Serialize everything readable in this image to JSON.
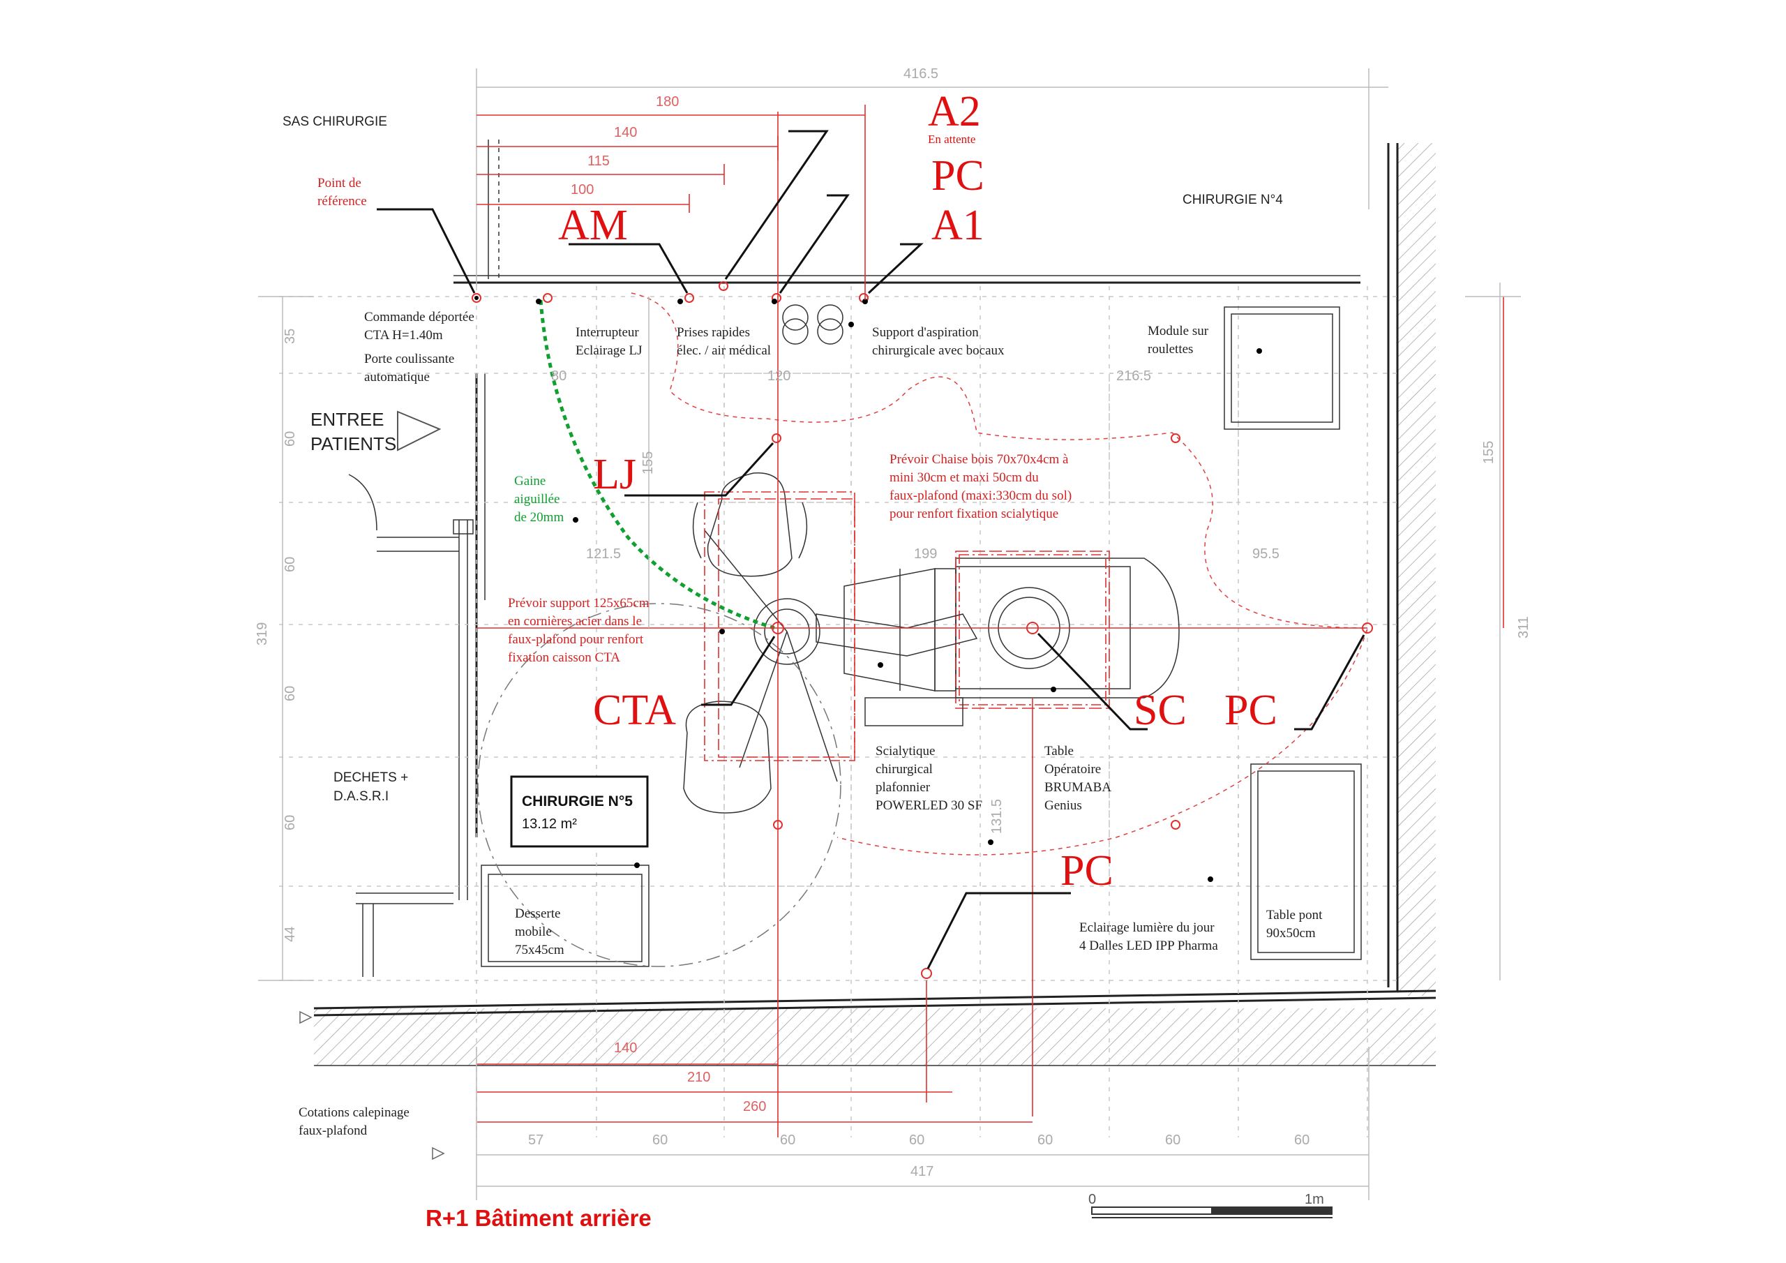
{
  "rooms": {
    "sas": "SAS CHIRURGIE",
    "chir4": "CHIRURGIE N°4",
    "entree1": "ENTREE",
    "entree2": "PATIENTS",
    "dechets1": "DECHETS +",
    "dechets2": "D.A.S.R.I",
    "chir5_title": "CHIRURGIE N°5",
    "chir5_area": "13.12 m²"
  },
  "markers": {
    "A2": "A2",
    "A2_sub": "En attente",
    "PC_top": "PC",
    "AM": "AM",
    "A1": "A1",
    "LJ": "LJ",
    "CTA": "CTA",
    "SC": "SC",
    "PC_right": "PC",
    "PC_bottom": "PC"
  },
  "notes": {
    "ref1": "Point de",
    "ref2": "référence",
    "cmd1": "Commande déportée",
    "cmd2": "CTA H=1.40m",
    "porte1": "Porte coulissante",
    "porte2": "automatique",
    "inter1": "Interrupteur",
    "inter2": "Eclairage LJ",
    "prises1": "Prises rapides",
    "prises2": "élec. / air médical",
    "asp1": "Support d'aspiration",
    "asp2": "chirurgicale avec bocaux",
    "module1": "Module sur",
    "module2": "roulettes",
    "gaine1": "Gaine",
    "gaine2": "aiguillée",
    "gaine3": "de 20mm",
    "chaise1": "Prévoir Chaise bois 70x70x4cm à",
    "chaise2": "mini 30cm et maxi 50cm du",
    "chaise3": "faux-plafond (maxi:330cm du sol)",
    "chaise4": "pour renfort fixation scialytique",
    "support1": "Prévoir support 125x65cm",
    "support2": "en cornières acier dans le",
    "support3": "faux-plafond pour renfort",
    "support4": "fixation caisson CTA",
    "scia1": "Scialytique",
    "scia2": "chirurgical",
    "scia3": "plafonnier",
    "scia4": "POWERLED 30 SF",
    "table1": "Table",
    "table2": "Opératoire",
    "table3": "BRUMABA",
    "table4": "Genius",
    "desserte1": "Desserte",
    "desserte2": "mobile",
    "desserte3": "75x45cm",
    "ecl1": "Eclairage lumière du jour",
    "ecl2": "4 Dalles LED IPP Pharma",
    "tpont1": "Table pont",
    "tpont2": "90x50cm",
    "calep1": "Cotations calepinage",
    "calep2": "faux-plafond",
    "footer": "R+1 Bâtiment arrière",
    "scale0": "0",
    "scale1": "1m"
  },
  "dims": {
    "top_total": "416.5",
    "d180": "180",
    "d140": "140",
    "d115": "115",
    "d100": "100",
    "in80": "80",
    "in120": "120",
    "in2165": "216.5",
    "in1215": "121.5",
    "in199": "199",
    "in955": "95.5",
    "in1315": "131.5",
    "v155": "155",
    "l35": "35",
    "l60a": "60",
    "l60b": "60",
    "l60c": "60",
    "l60d": "60",
    "l44": "44",
    "l319": "319",
    "r155": "155",
    "r311": "311",
    "b140": "140",
    "b210": "210",
    "b260": "260",
    "b57": "57",
    "b60a": "60",
    "b60b": "60",
    "b60c": "60",
    "b60d": "60",
    "b60e": "60",
    "b60f": "60",
    "b417": "417"
  }
}
